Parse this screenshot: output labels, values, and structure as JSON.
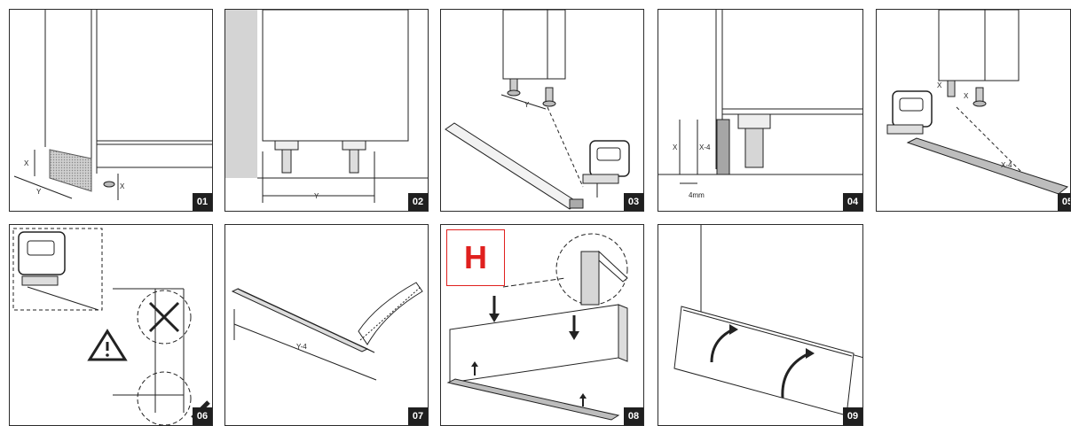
{
  "panels": [
    {
      "id": "01",
      "labels": {
        "x1": "X",
        "x2": "X",
        "y": "Y"
      }
    },
    {
      "id": "02",
      "labels": {
        "y": "Y"
      }
    },
    {
      "id": "03",
      "labels": {
        "y": "Y"
      }
    },
    {
      "id": "04",
      "labels": {
        "x": "X",
        "x4": "X-4",
        "mm": "4mm"
      }
    },
    {
      "id": "05",
      "labels": {
        "x1": "X",
        "x2": "X",
        "x4": "X-4"
      }
    },
    {
      "id": "06",
      "labels": {}
    },
    {
      "id": "07",
      "labels": {
        "y4": "Y-4"
      }
    },
    {
      "id": "08",
      "labels": {
        "h": "H"
      }
    },
    {
      "id": "09",
      "labels": {}
    }
  ],
  "colors": {
    "line": "#1f1f1f",
    "hatch": "#9a9a9a",
    "highlight": "#e0201e",
    "badge": "#1f1f1f"
  },
  "icons": [
    "warning-triangle-icon",
    "cross-out-icon",
    "jigsaw-icon",
    "arrow-up-icon",
    "arrow-down-icon"
  ]
}
